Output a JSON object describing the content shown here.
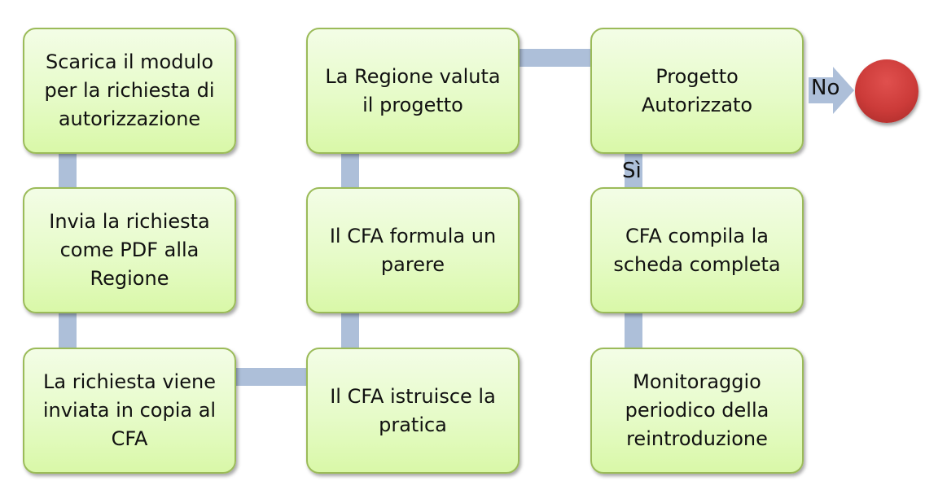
{
  "diagram": {
    "type": "flowchart",
    "steps": [
      {
        "id": "s1",
        "text": "Scarica il modulo\nper la richiesta di\nautorizzazione"
      },
      {
        "id": "s2",
        "text": "Invia la richiesta\ncome PDF alla\nRegione"
      },
      {
        "id": "s3",
        "text": "La richiesta viene\ninviata in copia al\nCFA"
      },
      {
        "id": "s4",
        "text": "Il CFA istruisce la\npratica"
      },
      {
        "id": "s5",
        "text": "Il CFA formula un\nparere"
      },
      {
        "id": "s6",
        "text": "La Regione valuta\nil progetto"
      },
      {
        "id": "s7",
        "text": "Progetto\nAutorizzato"
      },
      {
        "id": "s8",
        "text": "CFA compila la\nscheda completa"
      },
      {
        "id": "s9",
        "text": "Monitoraggio\nperiodico della\nreintroduzione"
      }
    ],
    "labels": {
      "yes": "Sì",
      "no": "No"
    },
    "end_node": "stop",
    "colors": {
      "box_border": "#9bbb59",
      "box_fill": "#e6fbc8",
      "connector": "#adbfd9",
      "end_circle": "#cc3b39"
    }
  }
}
